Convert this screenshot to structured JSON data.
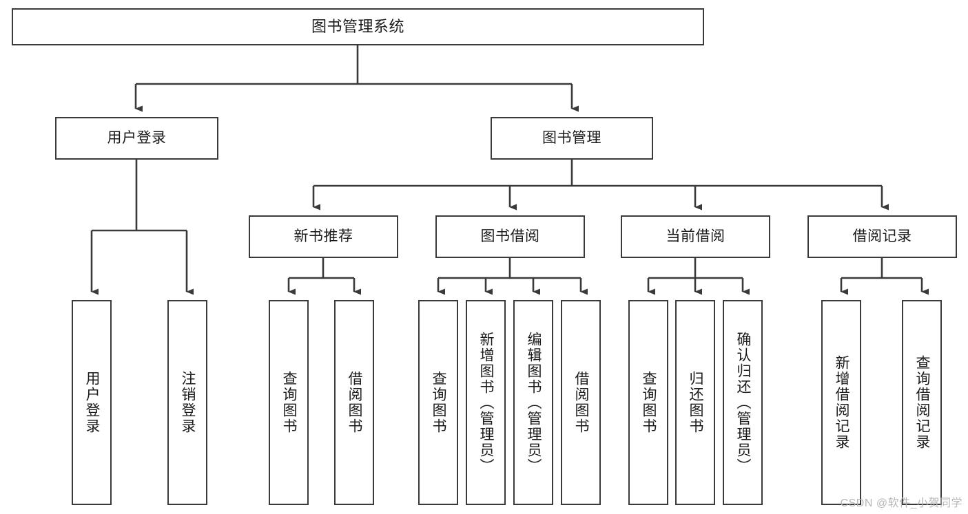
{
  "diagram": {
    "title": "图书管理系统",
    "type": "tree-structure-chart",
    "stroke_color": "#3a3a3a",
    "fill_color": "#ffffff",
    "text_color": "#1b1b1b"
  },
  "nodes": {
    "root": {
      "label": "图书管理系统"
    },
    "level2": [
      {
        "label": "用户登录"
      },
      {
        "label": "图书管理"
      }
    ],
    "level3": [
      {
        "label": "新书推荐"
      },
      {
        "label": "图书借阅"
      },
      {
        "label": "当前借阅"
      },
      {
        "label": "借阅记录"
      }
    ],
    "leaves_user_login": [
      {
        "label": "用户登录"
      },
      {
        "label": "注销登录"
      }
    ],
    "leaves_new_book": [
      {
        "label": "查询图书"
      },
      {
        "label": "借阅图书"
      }
    ],
    "leaves_borrow": [
      {
        "label": "查询图书"
      },
      {
        "label": "新增图书（管理员）"
      },
      {
        "label": "编辑图书（管理员）"
      },
      {
        "label": "借阅图书"
      }
    ],
    "leaves_current": [
      {
        "label": "查询图书"
      },
      {
        "label": "归还图书"
      },
      {
        "label": "确认归还（管理员）"
      }
    ],
    "leaves_record": [
      {
        "label": "新增借阅记录"
      },
      {
        "label": "查询借阅记录"
      }
    ]
  },
  "watermark": {
    "text": "CSDN @软件_小贺同学"
  }
}
